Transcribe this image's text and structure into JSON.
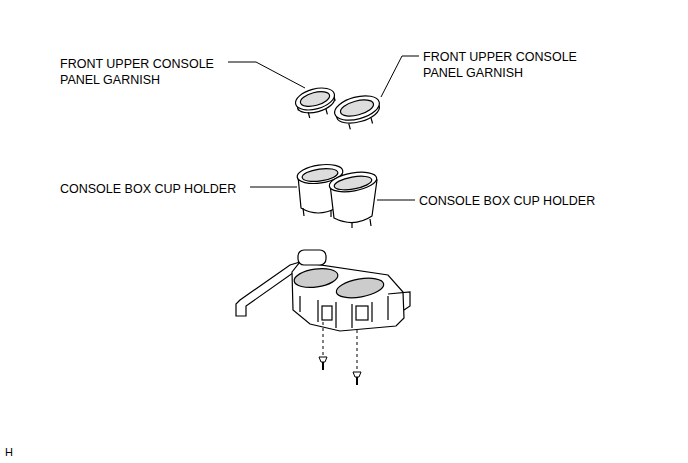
{
  "diagram": {
    "labels": [
      "FRONT UPPER CONSOLE PANEL GARNISH",
      "FRONT UPPER CONSOLE PANEL GARNISH",
      "CONSOLE BOX CUP HOLDER",
      "CONSOLE BOX CUP HOLDER",
      "H"
    ]
  }
}
